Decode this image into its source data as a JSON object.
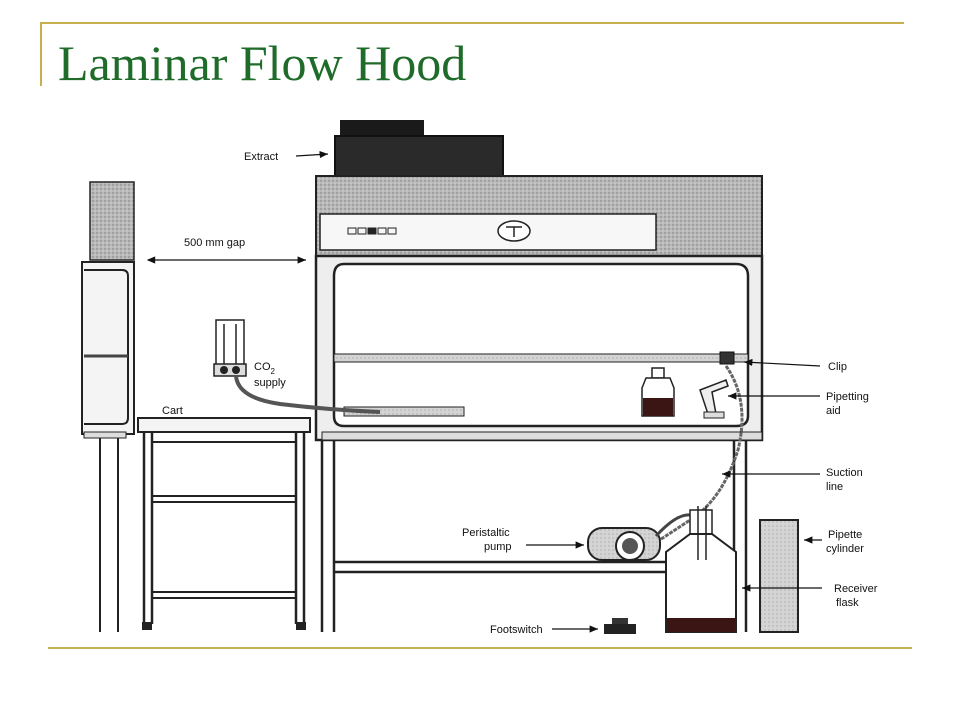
{
  "slide": {
    "title": "Laminar Flow Hood"
  },
  "colors": {
    "title": "#1f6b2a",
    "rule": "#c9b04e"
  },
  "labels": {
    "extract": "Extract",
    "gap": "500 mm gap",
    "co2_main": "CO",
    "co2_sub": "2",
    "supply": "supply",
    "cart": "Cart",
    "clip": "Clip",
    "pipetting": "Pipetting",
    "aid": "aid",
    "suction": "Suction",
    "line": "line",
    "peristaltic": "Peristaltic",
    "pump": "pump",
    "pipette": "Pipette",
    "cylinder": "cylinder",
    "receiver": "Receiver",
    "flask": "flask",
    "footswitch": "Footswitch"
  }
}
